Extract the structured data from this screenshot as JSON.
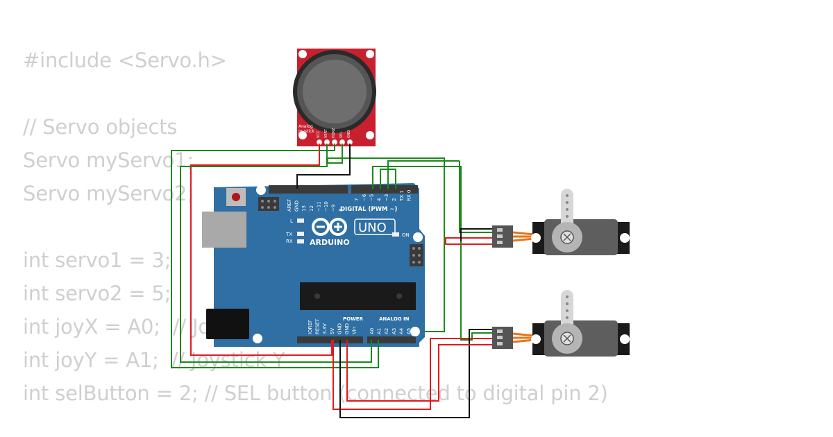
{
  "code": {
    "lines": [
      "#include <Servo.h>",
      "",
      "// Servo objects",
      "Servo myServo1;",
      "Servo myServo2;",
      "",
      "int servo1 = 3;",
      "int servo2 = 5;",
      "int joyX = A0;  // Joystick X",
      "int joyY = A1;  // Joystick Y",
      "int selButton = 2; // SEL button (connected to digital pin 2)"
    ]
  },
  "joystick": {
    "label_line1": "Analog",
    "label_line2": "Joystick",
    "pins": [
      "VCC",
      "VERT",
      "HORZ",
      "SEL",
      "GND"
    ]
  },
  "arduino": {
    "brand": "ARDUINO",
    "model": "UNO",
    "on_label": "ON",
    "l_label": "L",
    "tx_label": "TX",
    "rx_label": "RX",
    "digital_label": "DIGITAL (PWM ~)",
    "digital_pins": [
      "AREF",
      "GND",
      "13",
      "12",
      "~11",
      "~10",
      "~9",
      "8",
      "7",
      "~6",
      "~5",
      "4",
      "~3",
      "2",
      "TX 1",
      "RX 0"
    ],
    "power_label": "POWER",
    "analog_label": "ANALOG IN",
    "power_pins": [
      "IOREF",
      "RESET",
      "3.3V",
      "5V",
      "GND",
      "GND",
      "Vin"
    ],
    "analog_pins": [
      "A0",
      "A1",
      "A2",
      "A3",
      "A4",
      "A5"
    ]
  },
  "colors": {
    "board": "#2f6fa3",
    "joystick_board": "#c8202e",
    "wire_green": "#1a8a1a",
    "wire_red": "#e01b1b",
    "wire_black": "#111111",
    "servo_body": "#5e5e5e",
    "code_text": "#cfcfcf"
  }
}
